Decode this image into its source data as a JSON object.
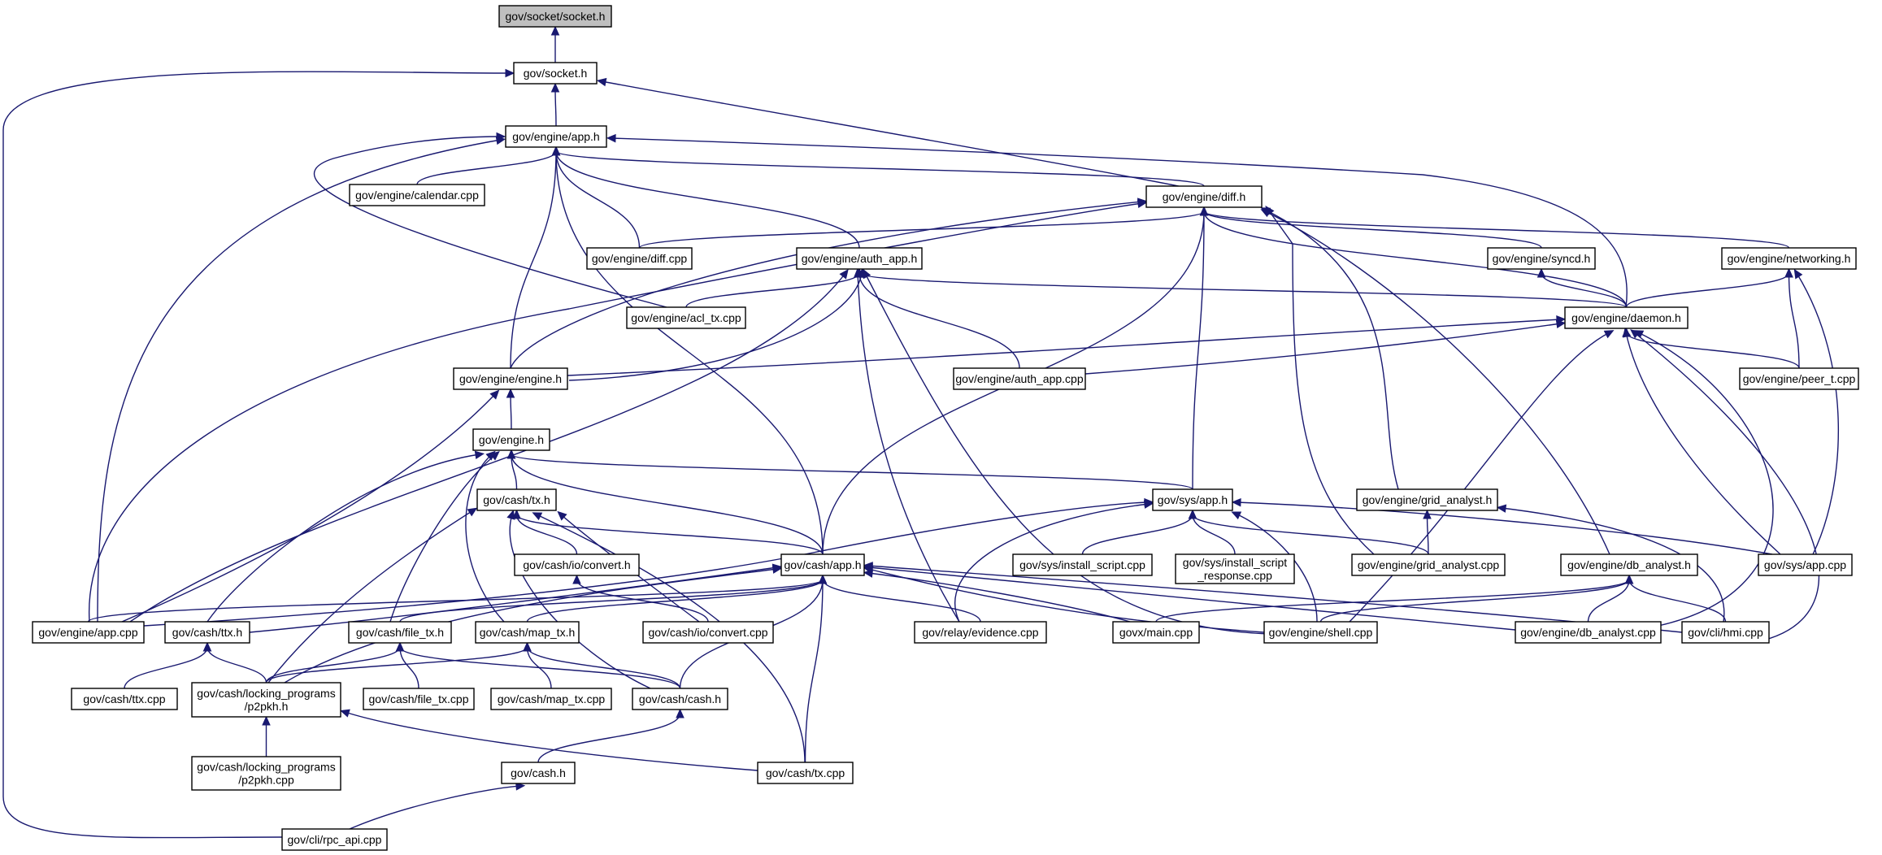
{
  "colors": {
    "edge": "#191970",
    "node_border": "#000000",
    "node_fill": "#ffffff",
    "root_fill": "#bfbfbf"
  },
  "nodes": [
    {
      "id": "socket_socket",
      "label": [
        "gov/socket/socket.h"
      ],
      "root": true
    },
    {
      "id": "socket_h",
      "label": [
        "gov/socket.h"
      ]
    },
    {
      "id": "engine_app_h",
      "label": [
        "gov/engine/app.h"
      ]
    },
    {
      "id": "calendar_cpp",
      "label": [
        "gov/engine/calendar.cpp"
      ]
    },
    {
      "id": "diff_h",
      "label": [
        "gov/engine/diff.h"
      ]
    },
    {
      "id": "diff_cpp",
      "label": [
        "gov/engine/diff.cpp"
      ]
    },
    {
      "id": "auth_app_h",
      "label": [
        "gov/engine/auth_app.h"
      ]
    },
    {
      "id": "syncd_h",
      "label": [
        "gov/engine/syncd.h"
      ]
    },
    {
      "id": "networking_h",
      "label": [
        "gov/engine/networking.h"
      ]
    },
    {
      "id": "acl_tx_cpp",
      "label": [
        "gov/engine/acl_tx.cpp"
      ]
    },
    {
      "id": "daemon_h",
      "label": [
        "gov/engine/daemon.h"
      ]
    },
    {
      "id": "engine_engine_h",
      "label": [
        "gov/engine/engine.h"
      ]
    },
    {
      "id": "auth_app_cpp",
      "label": [
        "gov/engine/auth_app.cpp"
      ]
    },
    {
      "id": "peer_t_cpp",
      "label": [
        "gov/engine/peer_t.cpp"
      ]
    },
    {
      "id": "engine_h",
      "label": [
        "gov/engine.h"
      ]
    },
    {
      "id": "sys_app_h",
      "label": [
        "gov/sys/app.h"
      ]
    },
    {
      "id": "grid_analyst_h",
      "label": [
        "gov/engine/grid_analyst.h"
      ]
    },
    {
      "id": "cash_tx_h",
      "label": [
        "gov/cash/tx.h"
      ]
    },
    {
      "id": "convert_h",
      "label": [
        "gov/cash/io/convert.h"
      ]
    },
    {
      "id": "cash_app_h",
      "label": [
        "gov/cash/app.h"
      ]
    },
    {
      "id": "install_script_cpp",
      "label": [
        "gov/sys/install_script.cpp"
      ]
    },
    {
      "id": "install_script_response_cpp",
      "label": [
        "gov/sys/install_script",
        "_response.cpp"
      ]
    },
    {
      "id": "grid_analyst_cpp",
      "label": [
        "gov/engine/grid_analyst.cpp"
      ]
    },
    {
      "id": "db_analyst_h",
      "label": [
        "gov/engine/db_analyst.h"
      ]
    },
    {
      "id": "sys_app_cpp",
      "label": [
        "gov/sys/app.cpp"
      ]
    },
    {
      "id": "engine_app_cpp",
      "label": [
        "gov/engine/app.cpp"
      ]
    },
    {
      "id": "ttx_h",
      "label": [
        "gov/cash/ttx.h"
      ]
    },
    {
      "id": "file_tx_h",
      "label": [
        "gov/cash/file_tx.h"
      ]
    },
    {
      "id": "map_tx_h",
      "label": [
        "gov/cash/map_tx.h"
      ]
    },
    {
      "id": "convert_cpp",
      "label": [
        "gov/cash/io/convert.cpp"
      ]
    },
    {
      "id": "evidence_cpp",
      "label": [
        "gov/relay/evidence.cpp"
      ]
    },
    {
      "id": "govx_main_cpp",
      "label": [
        "govx/main.cpp"
      ]
    },
    {
      "id": "shell_cpp",
      "label": [
        "gov/engine/shell.cpp"
      ]
    },
    {
      "id": "db_analyst_cpp",
      "label": [
        "gov/engine/db_analyst.cpp"
      ]
    },
    {
      "id": "hmi_cpp",
      "label": [
        "gov/cli/hmi.cpp"
      ]
    },
    {
      "id": "ttx_cpp",
      "label": [
        "gov/cash/ttx.cpp"
      ]
    },
    {
      "id": "p2pkh_h",
      "label": [
        "gov/cash/locking_programs",
        "/p2pkh.h"
      ]
    },
    {
      "id": "file_tx_cpp",
      "label": [
        "gov/cash/file_tx.cpp"
      ]
    },
    {
      "id": "map_tx_cpp",
      "label": [
        "gov/cash/map_tx.cpp"
      ]
    },
    {
      "id": "cash_cash_h",
      "label": [
        "gov/cash/cash.h"
      ]
    },
    {
      "id": "p2pkh_cpp",
      "label": [
        "gov/cash/locking_programs",
        "/p2pkh.cpp"
      ]
    },
    {
      "id": "cash_h",
      "label": [
        "gov/cash.h"
      ]
    },
    {
      "id": "cash_tx_cpp",
      "label": [
        "gov/cash/tx.cpp"
      ]
    },
    {
      "id": "rpc_api_cpp",
      "label": [
        "gov/cli/rpc_api.cpp"
      ]
    }
  ],
  "edges": [
    [
      "socket_h",
      "socket_socket"
    ],
    [
      "engine_app_h",
      "socket_h"
    ],
    [
      "diff_h",
      "socket_h"
    ],
    [
      "rpc_api_cpp",
      "socket_h"
    ],
    [
      "calendar_cpp",
      "engine_app_h"
    ],
    [
      "diff_h",
      "engine_app_h"
    ],
    [
      "diff_cpp",
      "engine_app_h"
    ],
    [
      "auth_app_h",
      "engine_app_h"
    ],
    [
      "acl_tx_cpp",
      "engine_app_h"
    ],
    [
      "daemon_h",
      "engine_app_h"
    ],
    [
      "engine_engine_h",
      "engine_app_h"
    ],
    [
      "cash_app_h",
      "engine_app_h"
    ],
    [
      "engine_app_cpp",
      "engine_app_h"
    ],
    [
      "diff_cpp",
      "diff_h"
    ],
    [
      "syncd_h",
      "diff_h"
    ],
    [
      "networking_h",
      "diff_h"
    ],
    [
      "daemon_h",
      "diff_h"
    ],
    [
      "engine_engine_h",
      "diff_h"
    ],
    [
      "engine_app_cpp",
      "diff_h"
    ],
    [
      "sys_app_h",
      "diff_h"
    ],
    [
      "grid_analyst_h",
      "diff_h"
    ],
    [
      "grid_analyst_cpp",
      "diff_h"
    ],
    [
      "db_analyst_h",
      "diff_h"
    ],
    [
      "cash_app_h",
      "diff_h"
    ],
    [
      "acl_tx_cpp",
      "auth_app_h"
    ],
    [
      "daemon_h",
      "auth_app_h"
    ],
    [
      "auth_app_cpp",
      "auth_app_h"
    ],
    [
      "engine_engine_h",
      "auth_app_h"
    ],
    [
      "engine_app_cpp",
      "auth_app_h"
    ],
    [
      "evidence_cpp",
      "auth_app_h"
    ],
    [
      "shell_cpp",
      "auth_app_h"
    ],
    [
      "daemon_h",
      "syncd_h"
    ],
    [
      "daemon_h",
      "networking_h"
    ],
    [
      "peer_t_cpp",
      "networking_h"
    ],
    [
      "sys_app_cpp",
      "networking_h"
    ],
    [
      "engine_engine_h",
      "daemon_h"
    ],
    [
      "auth_app_cpp",
      "daemon_h"
    ],
    [
      "peer_t_cpp",
      "daemon_h"
    ],
    [
      "sys_app_cpp",
      "daemon_h"
    ],
    [
      "shell_cpp",
      "daemon_h"
    ],
    [
      "db_analyst_cpp",
      "daemon_h"
    ],
    [
      "hmi_cpp",
      "daemon_h"
    ],
    [
      "engine_h",
      "engine_engine_h"
    ],
    [
      "engine_app_cpp",
      "engine_engine_h"
    ],
    [
      "sys_app_h",
      "engine_h"
    ],
    [
      "cash_tx_h",
      "engine_h"
    ],
    [
      "cash_app_h",
      "engine_h"
    ],
    [
      "ttx_h",
      "engine_h"
    ],
    [
      "file_tx_h",
      "engine_h"
    ],
    [
      "map_tx_h",
      "engine_h"
    ],
    [
      "install_script_cpp",
      "sys_app_h"
    ],
    [
      "install_script_response_cpp",
      "sys_app_h"
    ],
    [
      "grid_analyst_cpp",
      "sys_app_h"
    ],
    [
      "sys_app_cpp",
      "sys_app_h"
    ],
    [
      "engine_app_cpp",
      "sys_app_h"
    ],
    [
      "evidence_cpp",
      "sys_app_h"
    ],
    [
      "shell_cpp",
      "sys_app_h"
    ],
    [
      "grid_analyst_cpp",
      "grid_analyst_h"
    ],
    [
      "hmi_cpp",
      "grid_analyst_h"
    ],
    [
      "convert_h",
      "cash_tx_h"
    ],
    [
      "cash_app_h",
      "cash_tx_h"
    ],
    [
      "convert_cpp",
      "cash_tx_h"
    ],
    [
      "p2pkh_h",
      "cash_tx_h"
    ],
    [
      "cash_cash_h",
      "cash_tx_h"
    ],
    [
      "cash_tx_cpp",
      "cash_tx_h"
    ],
    [
      "convert_cpp",
      "convert_h"
    ],
    [
      "engine_app_cpp",
      "cash_app_h"
    ],
    [
      "ttx_h",
      "cash_app_h"
    ],
    [
      "file_tx_h",
      "cash_app_h"
    ],
    [
      "map_tx_h",
      "cash_app_h"
    ],
    [
      "evidence_cpp",
      "cash_app_h"
    ],
    [
      "govx_main_cpp",
      "cash_app_h"
    ],
    [
      "shell_cpp",
      "cash_app_h"
    ],
    [
      "db_analyst_cpp",
      "cash_app_h"
    ],
    [
      "hmi_cpp",
      "cash_app_h"
    ],
    [
      "p2pkh_h",
      "cash_app_h"
    ],
    [
      "cash_cash_h",
      "cash_app_h"
    ],
    [
      "cash_tx_cpp",
      "cash_app_h"
    ],
    [
      "govx_main_cpp",
      "db_analyst_h"
    ],
    [
      "shell_cpp",
      "db_analyst_h"
    ],
    [
      "db_analyst_cpp",
      "db_analyst_h"
    ],
    [
      "hmi_cpp",
      "db_analyst_h"
    ],
    [
      "ttx_cpp",
      "ttx_h"
    ],
    [
      "p2pkh_h",
      "ttx_h"
    ],
    [
      "p2pkh_h",
      "file_tx_h"
    ],
    [
      "file_tx_cpp",
      "file_tx_h"
    ],
    [
      "cash_cash_h",
      "file_tx_h"
    ],
    [
      "p2pkh_h",
      "map_tx_h"
    ],
    [
      "map_tx_cpp",
      "map_tx_h"
    ],
    [
      "cash_cash_h",
      "map_tx_h"
    ],
    [
      "p2pkh_cpp",
      "p2pkh_h"
    ],
    [
      "cash_tx_cpp",
      "p2pkh_h"
    ],
    [
      "cash_h",
      "cash_cash_h"
    ],
    [
      "rpc_api_cpp",
      "cash_h"
    ]
  ]
}
